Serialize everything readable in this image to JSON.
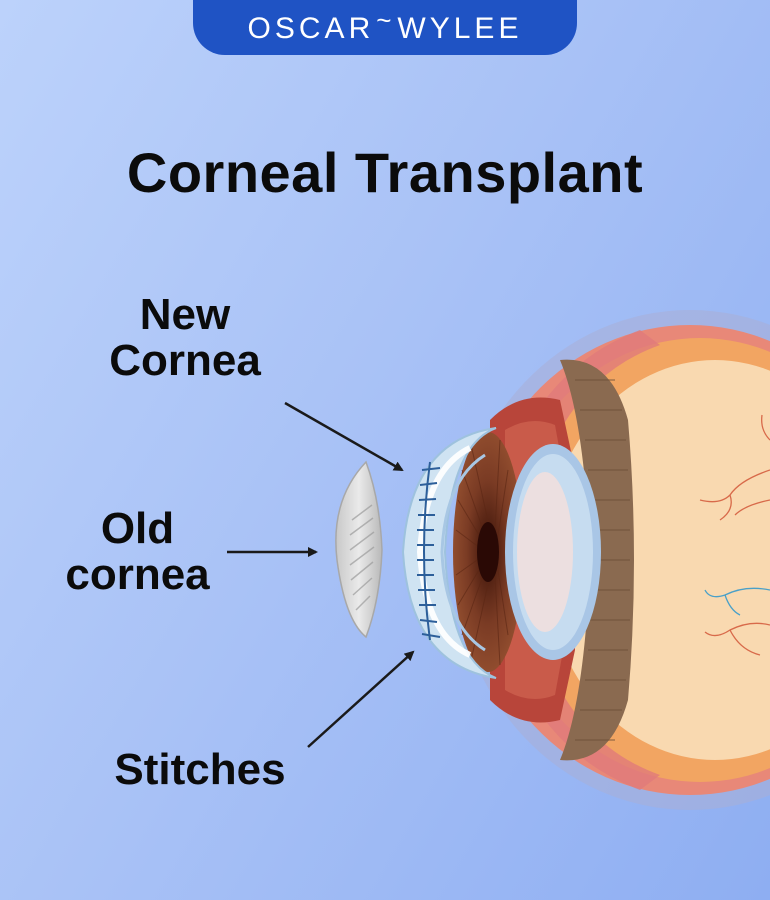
{
  "brand": {
    "left": "OSCAR",
    "right": "WYLEE",
    "tilde": "~",
    "color": "#1f53c4"
  },
  "title": "Corneal Transplant",
  "labels": {
    "new_cornea_line1": "New",
    "new_cornea_line2": "Cornea",
    "old_cornea_line1": "Old",
    "old_cornea_line2": "cornea",
    "stitches": "Stitches"
  },
  "colors": {
    "background_light": "#bcd2fb",
    "background_dark": "#8eaef2",
    "sclera": "#f3a88a",
    "vitreous": "#f9d9b0",
    "iris": "#7a3b24",
    "lens": "#b9d0ea",
    "stitch": "#2d5f9a"
  }
}
